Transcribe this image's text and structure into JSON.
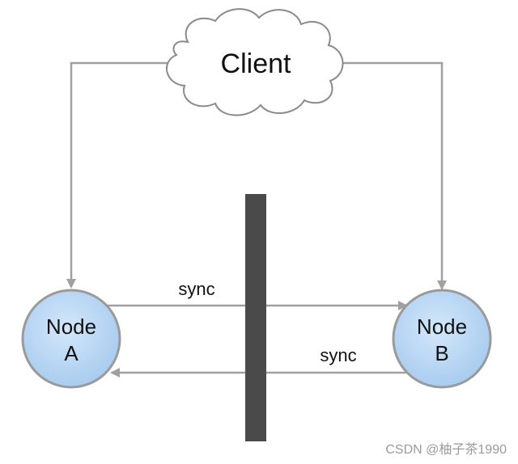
{
  "client": {
    "label": "Client"
  },
  "nodes": {
    "a": {
      "line1": "Node",
      "line2": "A"
    },
    "b": {
      "line1": "Node",
      "line2": "B"
    }
  },
  "links": {
    "a_to_b": "sync",
    "b_to_a": "sync"
  },
  "watermark": "CSDN @柚子茶1990",
  "colors": {
    "node_fill": "#bcd9f5",
    "node_stroke": "#9a9a9a",
    "arrow": "#a0a0a0",
    "partition": "#4a4a4a",
    "cloud_fill": "#ffffff",
    "cloud_stroke": "#8a8a8a"
  }
}
